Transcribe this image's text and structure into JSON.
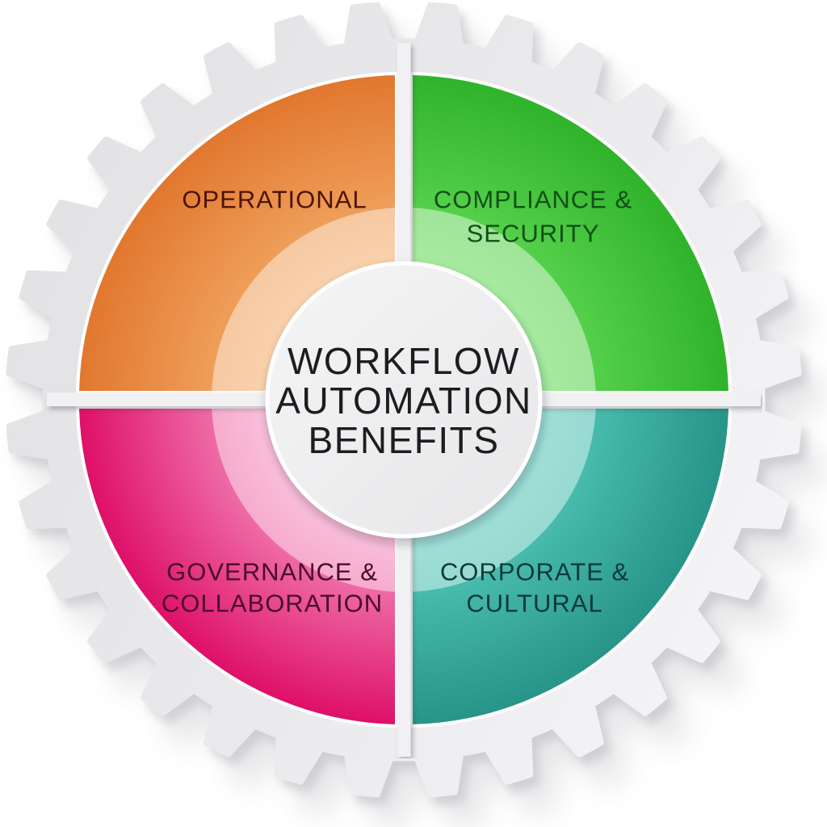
{
  "diagram": {
    "type": "gear-quadrant-infographic",
    "title": "Workflow Automation Benefits",
    "background": "#ffffff"
  },
  "center": {
    "lines": [
      "WORKFLOW",
      "AUTOMATION",
      "BENEFITS"
    ],
    "fill": "#e7e7e9",
    "fill_light": "#f4f4f5",
    "text_color": "#1d1d1f"
  },
  "quadrants": [
    {
      "name": "operational",
      "position": "top-left",
      "lines": [
        "OPERATIONAL"
      ],
      "color_outer": "#e1772e",
      "color_inner": "#f3ab69",
      "label_color": "#4d1306"
    },
    {
      "name": "compliance-security",
      "position": "top-right",
      "lines": [
        "COMPLIANCE &",
        "SECURITY"
      ],
      "color_outer": "#2fb32a",
      "color_inner": "#61d954",
      "label_color": "#124f18"
    },
    {
      "name": "governance-collaboration",
      "position": "bottom-left",
      "lines": [
        "GOVERNANCE &",
        "COLLABORATION"
      ],
      "color_outer": "#de0f67",
      "color_inner": "#f489bb",
      "label_color": "#4a0a2a"
    },
    {
      "name": "corporate-cultural",
      "position": "bottom-right",
      "lines": [
        "CORPORATE &",
        "CULTURAL"
      ],
      "color_outer": "#279488",
      "color_inner": "#52c8ba",
      "label_color": "#0c3a39"
    }
  ],
  "gear": {
    "teeth": 32,
    "body_color_left": "#e2e2e4",
    "body_color_right": "#f6f6f8",
    "divider_color": "#f1f1f3",
    "shadow_color": "#c3c3c9"
  }
}
